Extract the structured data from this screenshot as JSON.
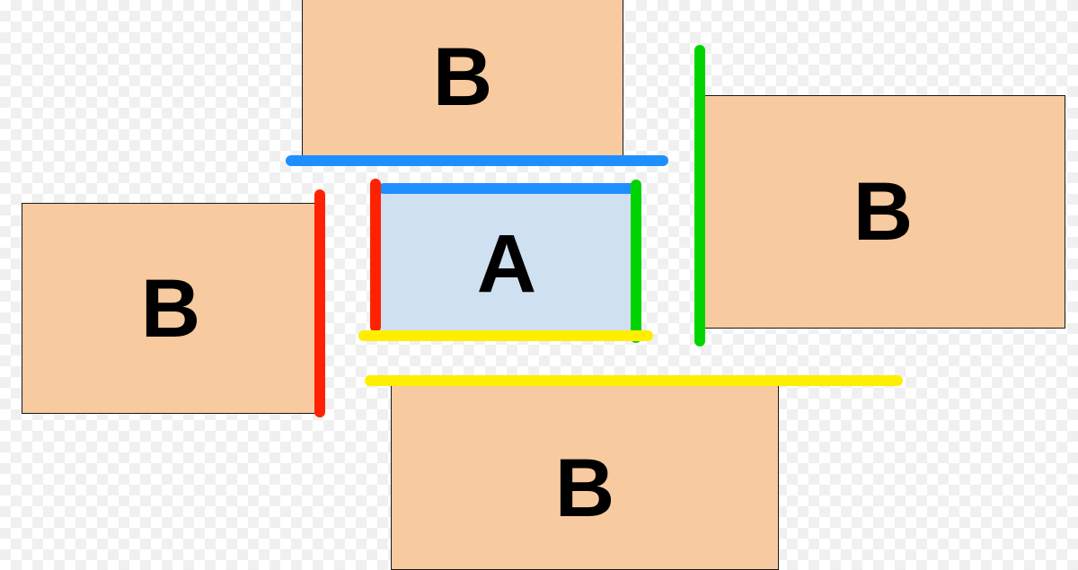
{
  "labels": {
    "target": "A",
    "neighbor_top": "B",
    "neighbor_left": "B",
    "neighbor_right": "B",
    "neighbor_bottom": "B"
  },
  "colors": {
    "box_b_fill": "#f7caa0",
    "box_a_fill": "#cfe0f1",
    "edge_top": "#1e8fff",
    "edge_left": "#ff2200",
    "edge_right": "#00d400",
    "edge_bottom": "#ffee00"
  }
}
